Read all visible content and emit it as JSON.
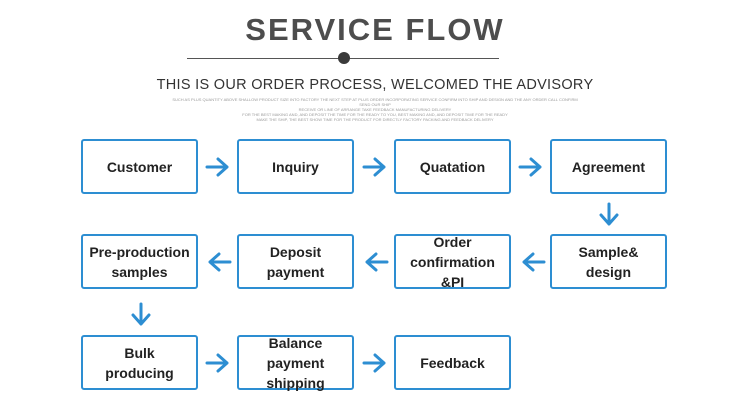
{
  "header": {
    "title": "SERVICE FLOW",
    "subtitle": "THIS IS OUR ORDER PROCESS, WELCOMED THE ADVISORY",
    "fine_print": [
      "SUCH AS PLUS QUANTITY ABOVE SHALLOW PRODUCT SIZE INTO FACTORY THE NEXT STEP AT PLUS ORDER INCORPORATING SERVICE CONFIRM INTO SHIP AND DESIGN AND THE ANY ORDER CALL CONFIRM SEND OUR SHIP",
      "RECEIVE OR LINE OF ARRANGE TAKE FEEDBACK MANUFACTURING DELIVERY",
      "FOR THE BEST MAKING AND, AND DEPOSIT THE TIME FOR THE READY TO YOU, BEST MAKING AND, AND DEPOSIT TIME FOR THE READY",
      "MAKE THE SHIP, THE BEST SHOW TIME FOR THE PRODUCT FOR DIRECTLY FACTORY PACKING AND FEEDBACK DELIVERY"
    ]
  },
  "steps": [
    {
      "id": "customer",
      "label": "Customer"
    },
    {
      "id": "inquiry",
      "label": "Inquiry"
    },
    {
      "id": "quatation",
      "label": "Quatation"
    },
    {
      "id": "agreement",
      "label": "Agreement"
    },
    {
      "id": "sample-design",
      "label": "Sample&\ndesign"
    },
    {
      "id": "order-confirmation",
      "label": "Order\nconfirmation\n&PI"
    },
    {
      "id": "deposit-payment",
      "label": "Deposit\npayment"
    },
    {
      "id": "pre-production-samples",
      "label": "Pre-production\nsamples"
    },
    {
      "id": "bulk-producing",
      "label": "Bulk\nproducing"
    },
    {
      "id": "balance-payment-shipping",
      "label": "Balance\npayment\nshipping"
    },
    {
      "id": "feedback",
      "label": "Feedback"
    }
  ],
  "flow": [
    {
      "from": "customer",
      "to": "inquiry",
      "direction": "right"
    },
    {
      "from": "inquiry",
      "to": "quatation",
      "direction": "right"
    },
    {
      "from": "quatation",
      "to": "agreement",
      "direction": "right"
    },
    {
      "from": "agreement",
      "to": "sample-design",
      "direction": "down"
    },
    {
      "from": "sample-design",
      "to": "order-confirmation",
      "direction": "left"
    },
    {
      "from": "order-confirmation",
      "to": "deposit-payment",
      "direction": "left"
    },
    {
      "from": "deposit-payment",
      "to": "pre-production-samples",
      "direction": "left"
    },
    {
      "from": "pre-production-samples",
      "to": "bulk-producing",
      "direction": "down"
    },
    {
      "from": "bulk-producing",
      "to": "balance-payment-shipping",
      "direction": "right"
    },
    {
      "from": "balance-payment-shipping",
      "to": "feedback",
      "direction": "right"
    }
  ],
  "colors": {
    "box_border": "#2d8ed2",
    "arrow": "#2d8ed2",
    "title": "#4d4d4d",
    "text": "#222222"
  },
  "icons": {
    "arrow": "arrow-icon"
  }
}
